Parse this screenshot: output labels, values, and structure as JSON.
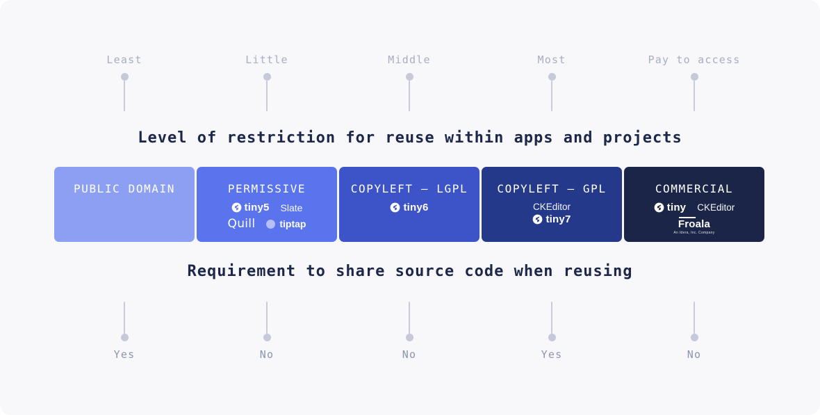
{
  "headings": {
    "restriction": "Level of restriction for reuse within apps and projects",
    "share": "Requirement to share source code when reusing"
  },
  "colors": {
    "canvas_background": "#f8f8fa",
    "marker_line": "#c8ccda",
    "top_label_text": "#a8aec3",
    "bottom_label_text": "#8c95b1",
    "heading_text": "#1c2749"
  },
  "restriction_levels": [
    {
      "label": "Least"
    },
    {
      "label": "Little"
    },
    {
      "label": "Middle"
    },
    {
      "label": "Most"
    },
    {
      "label": "Pay to access"
    }
  ],
  "share_requirements": [
    {
      "label": "Yes"
    },
    {
      "label": "No"
    },
    {
      "label": "No"
    },
    {
      "label": "Yes"
    },
    {
      "label": "No"
    }
  ],
  "cards": [
    {
      "title": "PUBLIC DOMAIN",
      "color": "#8d9ff3",
      "editors": []
    },
    {
      "title": "PERMISSIVE",
      "color": "#5a74ee",
      "editors": [
        "tiny5",
        "Slate",
        "Quill",
        "tiptap"
      ],
      "logos": {
        "tiny": "tiny5",
        "slate": "Slate",
        "quill": "Quill",
        "tiptap": "tiptap"
      }
    },
    {
      "title": "COPYLEFT — LGPL",
      "color": "#3c54c8",
      "editors": [
        "tiny6"
      ],
      "logos": {
        "tiny": "tiny6"
      }
    },
    {
      "title": "COPYLEFT — GPL",
      "color": "#24398a",
      "editors": [
        "CKEditor",
        "tiny7"
      ],
      "logos": {
        "ckeditor": "CKEditor",
        "tiny": "tiny7"
      }
    },
    {
      "title": "COMMERCIAL",
      "color": "#1b2547",
      "editors": [
        "tiny",
        "CKEditor",
        "Froala"
      ],
      "logos": {
        "tiny": "tiny",
        "ckeditor": "CKEditor",
        "froala": "Froala",
        "froala_tagline": "An Idera, Inc. Company"
      }
    }
  ]
}
